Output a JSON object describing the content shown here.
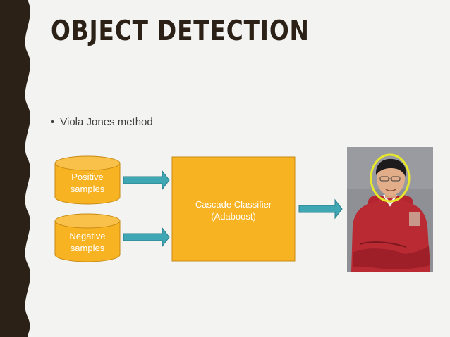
{
  "slide": {
    "title": "OBJECT DETECTION",
    "bullet_marker": "•",
    "bullet_text": "Viola Jones method"
  },
  "diagram": {
    "positive_samples": {
      "line1": "Positive",
      "line2": "samples"
    },
    "negative_samples": {
      "line1": "Negative",
      "line2": "samples"
    },
    "classifier": {
      "line1": "Cascade Classifier",
      "line2": "(Adaboost)"
    }
  },
  "colors": {
    "background": "#f3f3f1",
    "border": "#2b2117",
    "title": "#2b2117",
    "orange_fill": "#f8b323",
    "orange_stroke": "#c78a12",
    "arrow_fill": "#3fa6b3",
    "arrow_stroke": "#2a7f8a",
    "detection_circle": "#e8e82a"
  }
}
